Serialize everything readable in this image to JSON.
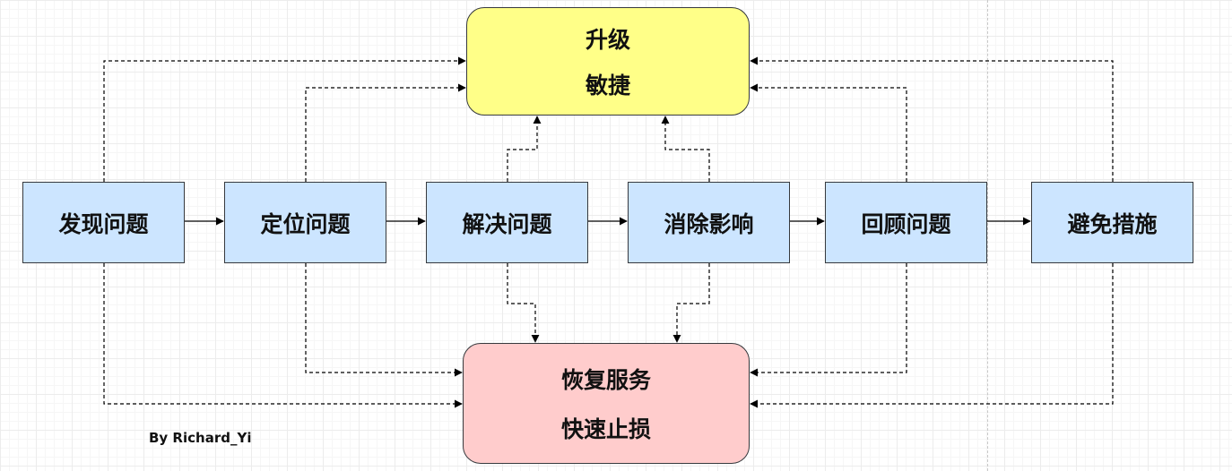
{
  "steps": [
    {
      "label": "发现问题"
    },
    {
      "label": "定位问题"
    },
    {
      "label": "解决问题"
    },
    {
      "label": "消除影响"
    },
    {
      "label": "回顾问题"
    },
    {
      "label": "避免措施"
    }
  ],
  "goals": {
    "top": {
      "line1": "升级",
      "line2": "敏捷",
      "color": "#ffff88"
    },
    "bottom": {
      "line1": "恢复服务",
      "line2": "快速止损",
      "color": "#ffcccc"
    }
  },
  "colors": {
    "step_fill": "#cce5ff",
    "stroke": "#000000"
  },
  "author": "By Richard_Yi"
}
